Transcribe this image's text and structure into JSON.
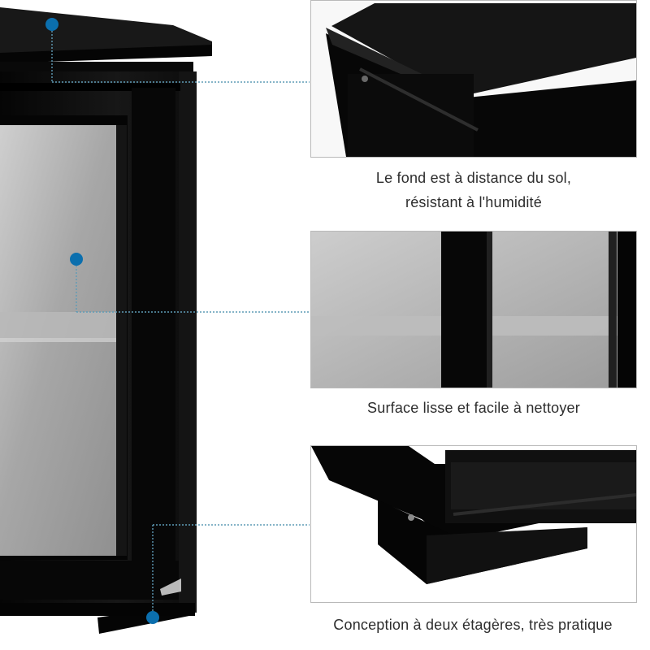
{
  "callouts": [
    {
      "caption_lines": [
        "Le fond est à distance du sol,",
        "résistant à l'humidité"
      ]
    },
    {
      "caption_lines": [
        "Surface lisse et facile à nettoyer"
      ]
    },
    {
      "caption_lines": [
        "Conception à deux étagères, très pratique"
      ]
    }
  ],
  "colors": {
    "cabinet": "#111111",
    "glass": "#a9a9a9",
    "callout_line": "#5f9bb6",
    "callout_dot": "#0b6fae",
    "caption_text": "#2d2d2d",
    "panel_border": "#b9b9b9"
  }
}
